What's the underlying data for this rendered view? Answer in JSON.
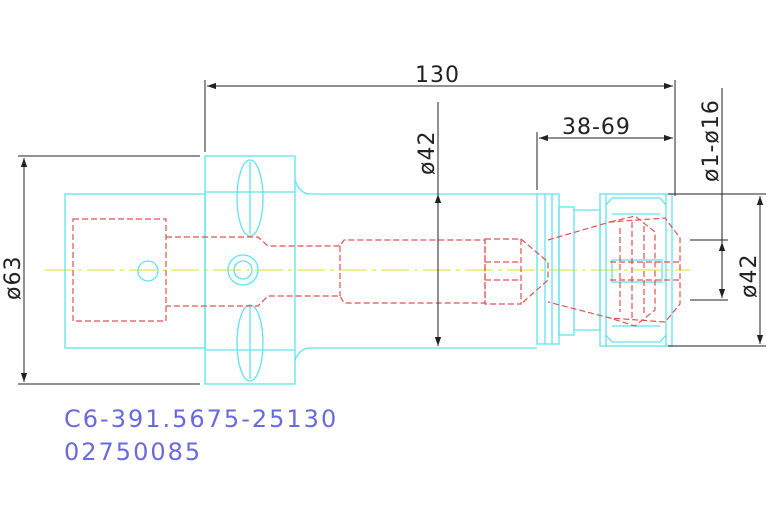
{
  "dimensions": {
    "overall_length": "130",
    "left_diameter": "ø63",
    "shank_diameter": "ø42",
    "range_length": "38-69",
    "collet_range": "ø1-ø16",
    "nut_diameter": "ø42"
  },
  "part_code": {
    "line1": "C6-391.5675-25130",
    "line2": "02750085"
  },
  "colors": {
    "outline": "#5fe3ee",
    "hidden": "#e05050",
    "dimension": "#222222",
    "centerline": "#e6e640",
    "code_text": "#6a6ae0"
  }
}
